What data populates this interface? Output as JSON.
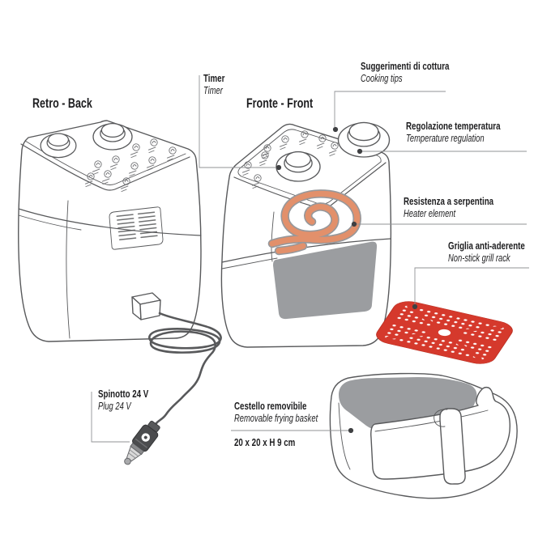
{
  "titles": {
    "back": "Retro - Back",
    "front": "Fronte - Front"
  },
  "callouts": {
    "timer": {
      "it": "Timer",
      "en": "Timer"
    },
    "cooking_tips": {
      "it": "Suggerimenti di cottura",
      "en": "Cooking tips"
    },
    "temperature": {
      "it": "Regolazione temperatura",
      "en": "Temperature regulation"
    },
    "heater": {
      "it": "Resistenza a serpentina",
      "en": "Heater element"
    },
    "grill": {
      "it": "Griglia anti-aderente",
      "en": "Non-stick grill rack"
    },
    "basket": {
      "it": "Cestello removibile",
      "en": "Removable frying basket",
      "size": "20 x 20 x H 9 cm"
    },
    "plug": {
      "it": "Spinotto 24 V",
      "en": "Plug 24 V"
    }
  },
  "colors": {
    "grill_red": "#d5392c",
    "coil_orange": "#e2906b",
    "panel_gray": "#9b9da0",
    "line_gray": "#58595b",
    "leader_gray": "#919396",
    "text": "#1d1d1f"
  }
}
